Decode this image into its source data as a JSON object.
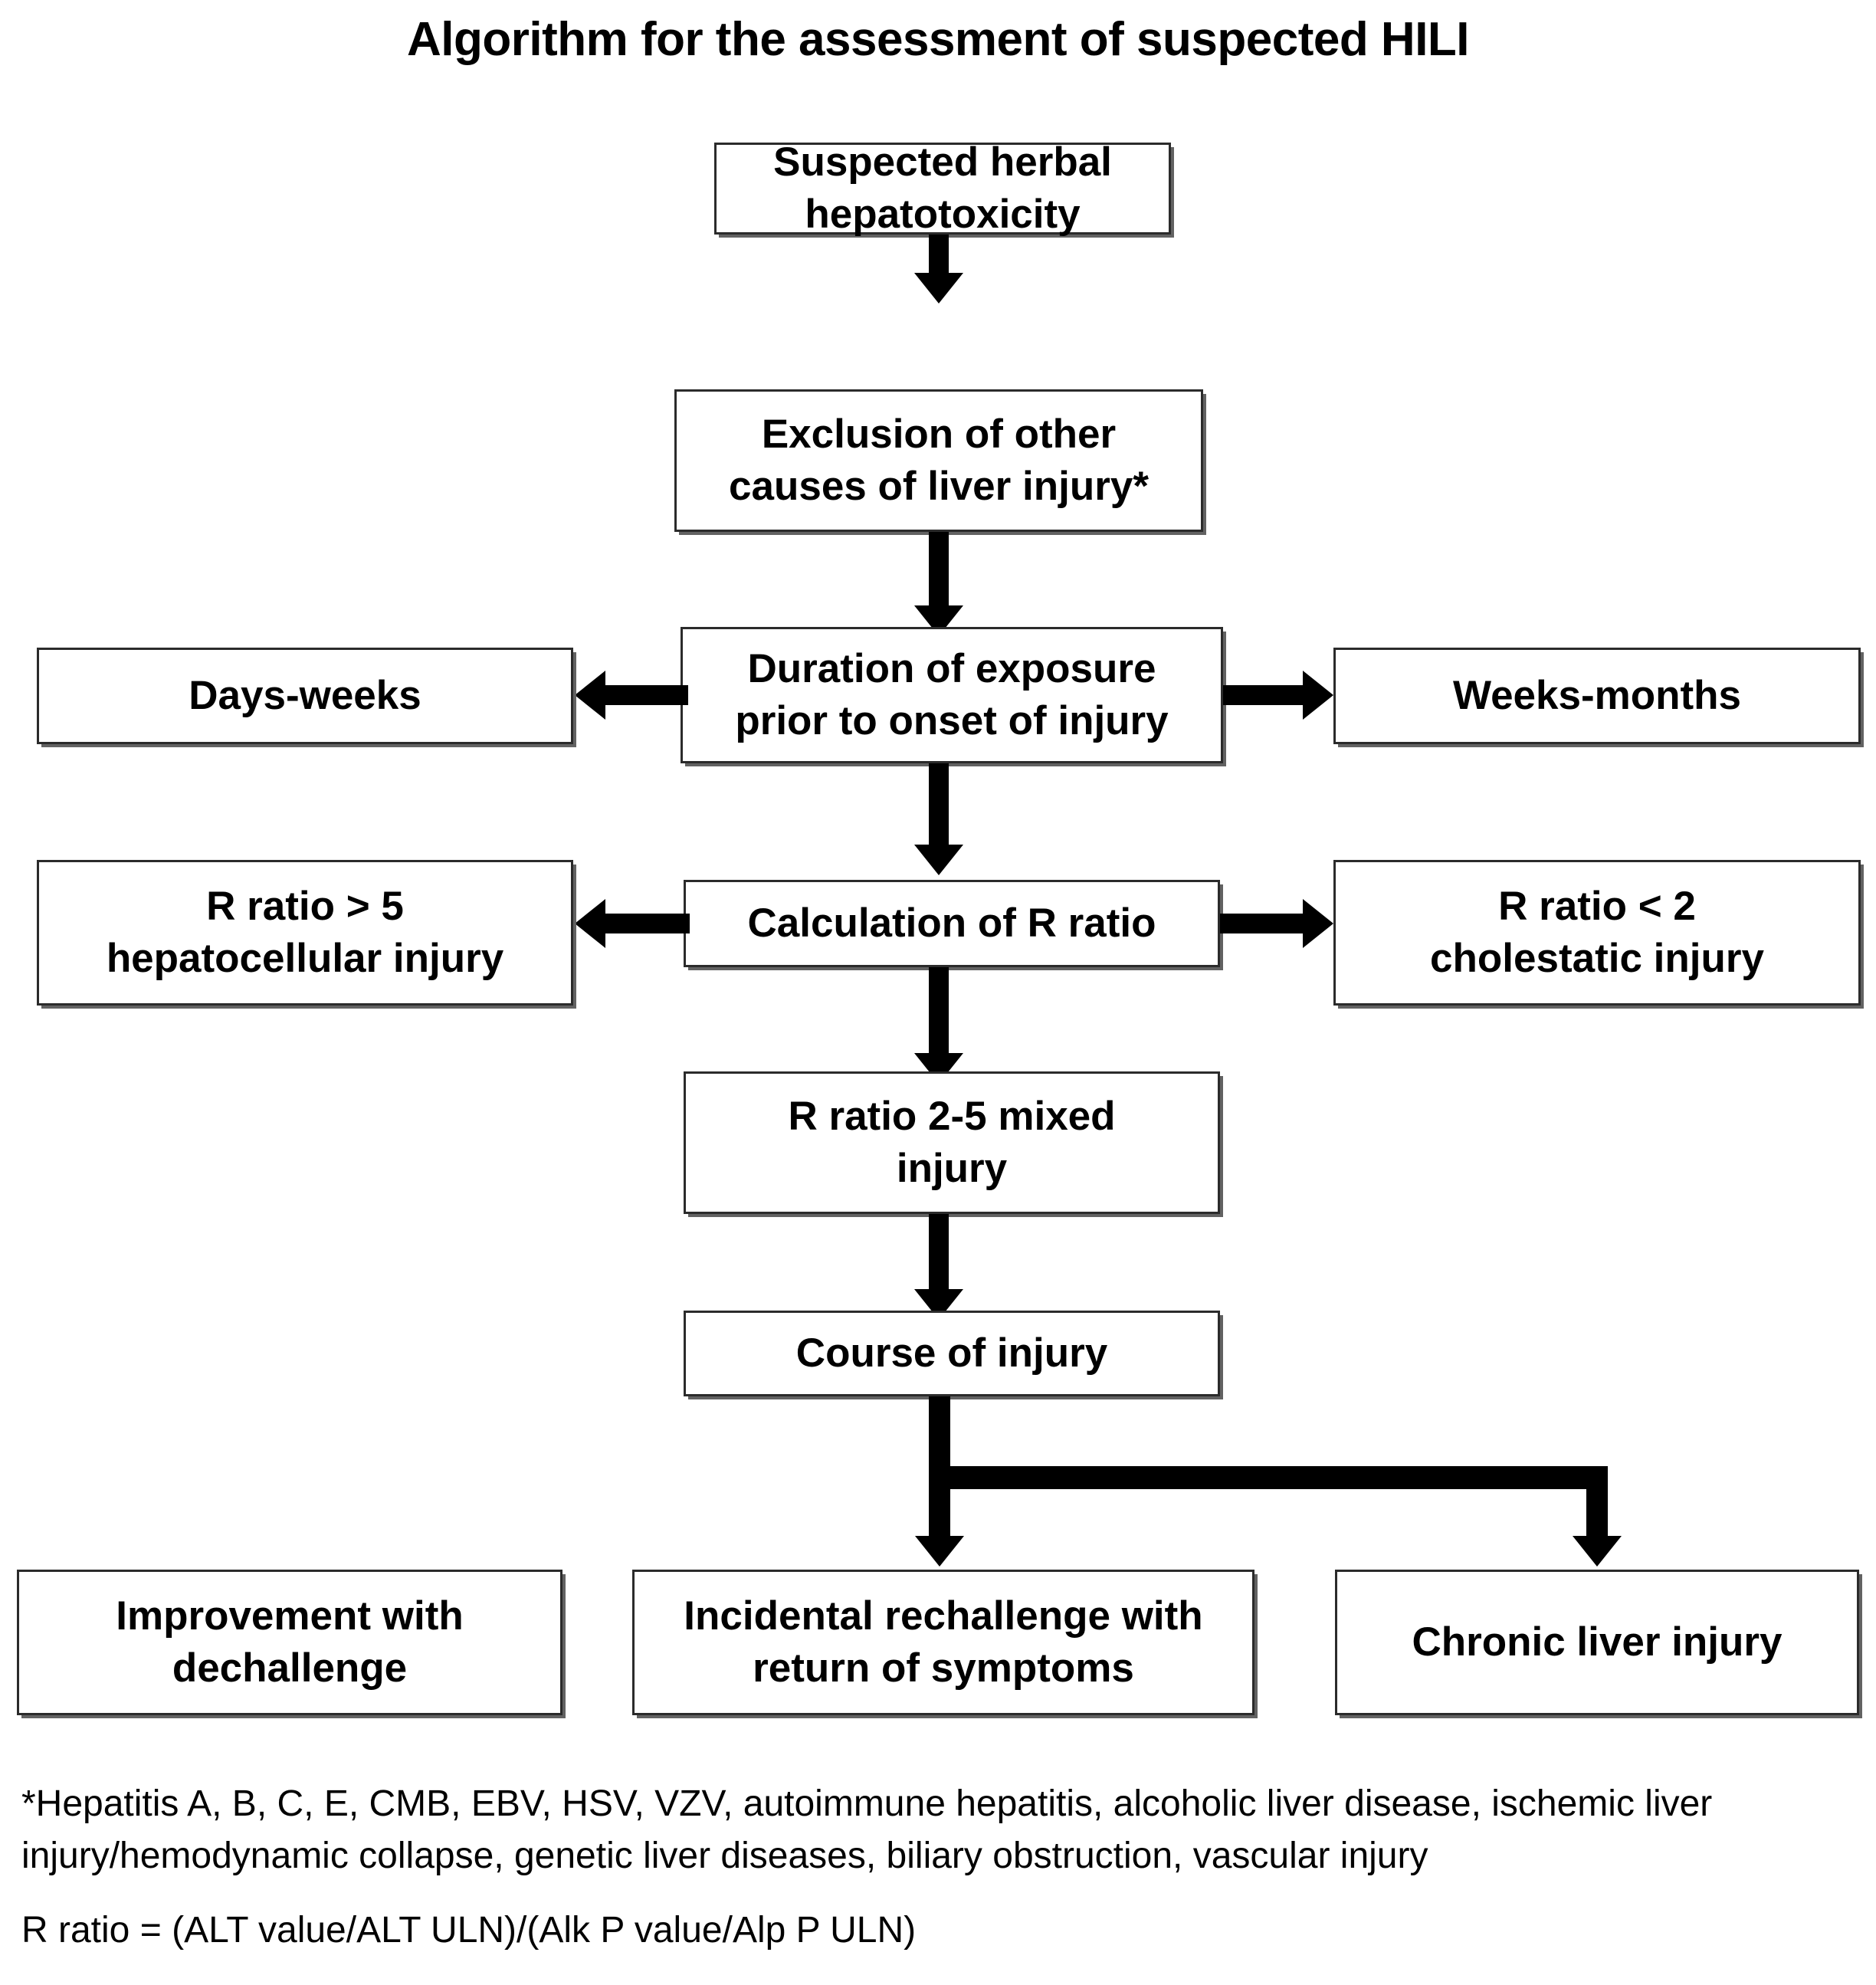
{
  "title": "Algorithm for the assessment of suspected HILI",
  "nodes": {
    "suspected": "Suspected herbal\nhepatotoxicity",
    "suspected_line1": "Suspected herbal",
    "suspected_line2": "hepatotoxicity",
    "exclusion_line1": "Exclusion of other",
    "exclusion_line2": "causes of liver injury*",
    "duration_line1": "Duration of exposure",
    "duration_line2": "prior to onset of injury",
    "days_weeks": "Days-weeks",
    "weeks_months": "Weeks-months",
    "calculation": "Calculation of R ratio",
    "r_gt5_line1": "R ratio > 5",
    "r_gt5_line2": "hepatocellular injury",
    "r_lt2_line1": "R ratio < 2",
    "r_lt2_line2": "cholestatic injury",
    "r_mixed_line1": "R ratio 2-5 mixed",
    "r_mixed_line2": "injury",
    "course": "Course of injury",
    "improvement_line1": "Improvement with",
    "improvement_line2": "dechallenge",
    "rechallenge_line1": "Incidental rechallenge with",
    "rechallenge_line2": "return of symptoms",
    "chronic": "Chronic liver injury"
  },
  "footnotes": {
    "asterisk_note": "*Hepatitis A, B, C, E, CMB, EBV, HSV, VZV, autoimmune hepatitis, alcoholic liver disease, ischemic liver injury/hemodynamic collapse, genetic liver diseases, biliary obstruction, vascular injury",
    "r_ratio_formula": "R ratio = (ALT value/ALT ULN)/(Alk P value/Alp P ULN)"
  },
  "colors": {
    "background": "#ffffff",
    "text": "#000000",
    "box_border": "#2b2b2b",
    "box_shadow": "#5a5a5a",
    "arrow": "#000000"
  },
  "chart_data": {
    "type": "flowchart",
    "title": "Algorithm for the assessment of suspected HILI",
    "orientation": "top-to-bottom",
    "nodes": [
      {
        "id": "suspected",
        "label": "Suspected herbal hepatotoxicity",
        "level": 0,
        "column": "center"
      },
      {
        "id": "exclusion",
        "label": "Exclusion of other causes of liver injury*",
        "level": 1,
        "column": "center"
      },
      {
        "id": "duration",
        "label": "Duration of exposure prior to onset of injury",
        "level": 2,
        "column": "center"
      },
      {
        "id": "days_weeks",
        "label": "Days-weeks",
        "level": 2,
        "column": "left"
      },
      {
        "id": "weeks_months",
        "label": "Weeks-months",
        "level": 2,
        "column": "right"
      },
      {
        "id": "calculation",
        "label": "Calculation of R ratio",
        "level": 3,
        "column": "center"
      },
      {
        "id": "r_gt5",
        "label": "R ratio > 5 hepatocellular injury",
        "level": 3,
        "column": "left"
      },
      {
        "id": "r_lt2",
        "label": "R ratio < 2 cholestatic injury",
        "level": 3,
        "column": "right"
      },
      {
        "id": "r_mixed",
        "label": "R ratio 2-5 mixed injury",
        "level": 4,
        "column": "center"
      },
      {
        "id": "course",
        "label": "Course of injury",
        "level": 5,
        "column": "center"
      },
      {
        "id": "improvement",
        "label": "Improvement with dechallenge",
        "level": 6,
        "column": "left"
      },
      {
        "id": "rechallenge",
        "label": "Incidental rechallenge with return of symptoms",
        "level": 6,
        "column": "center"
      },
      {
        "id": "chronic",
        "label": "Chronic liver injury",
        "level": 6,
        "column": "right"
      }
    ],
    "edges": [
      {
        "from": "suspected",
        "to": "exclusion",
        "direction": "down"
      },
      {
        "from": "exclusion",
        "to": "duration",
        "direction": "down"
      },
      {
        "from": "duration",
        "to": "days_weeks",
        "direction": "left"
      },
      {
        "from": "duration",
        "to": "weeks_months",
        "direction": "right"
      },
      {
        "from": "duration",
        "to": "calculation",
        "direction": "down"
      },
      {
        "from": "calculation",
        "to": "r_gt5",
        "direction": "left"
      },
      {
        "from": "calculation",
        "to": "r_lt2",
        "direction": "right"
      },
      {
        "from": "calculation",
        "to": "r_mixed",
        "direction": "down"
      },
      {
        "from": "r_mixed",
        "to": "course",
        "direction": "down"
      },
      {
        "from": "course",
        "to": "rechallenge",
        "direction": "down"
      },
      {
        "from": "course",
        "to": "chronic",
        "direction": "down-right"
      }
    ]
  }
}
